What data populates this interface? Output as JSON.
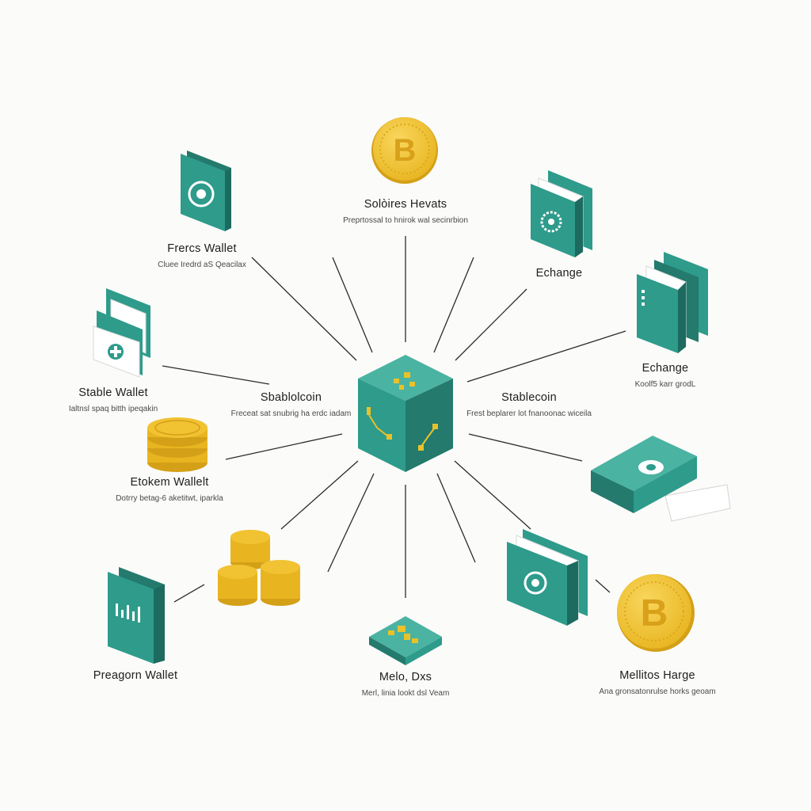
{
  "colors": {
    "teal": "#2e9b8b",
    "teal_dark": "#237a6d",
    "teal_light": "#4bb3a2",
    "gold": "#f1c232",
    "gold_dark": "#d4a017",
    "line": "#2b2b2b",
    "paper": "#ffffff"
  },
  "icons": {
    "hub": "blockchain-cube-icon",
    "coin": "bitcoin-coin-icon",
    "wallet": "wallet-book-icon",
    "stack": "coin-stack-icon",
    "card": "card-wallet-icon"
  },
  "hub": {
    "left_title": "Sbablolcoin",
    "left_sub": "Freceat sat snubrig ha erdc iadam",
    "right_title": "Stablecoin",
    "right_sub": "Frest beplarer lot fnanoonac wiceila"
  },
  "nodes": {
    "top": {
      "title": "Solòires Hevats",
      "sub": "Preprtossal to hnirok wal secinrbion"
    },
    "top_left": {
      "title": "Frercs Wallet",
      "sub": "Cluee Iredrd aS Qeacilax"
    },
    "top_right": {
      "title": "Echange",
      "sub": ""
    },
    "right": {
      "title": "Echange",
      "sub": "Koolf5 karr grodL"
    },
    "left": {
      "title": "Stable Wallet",
      "sub": "Ialtnsl spaq bitth ipeqakin"
    },
    "mid_left": {
      "title": "Etokem Wallelt",
      "sub": "Dotrry betag-6 aketitwt, iparkla"
    },
    "bottom_left": {
      "title": "Preagorn Wallet",
      "sub": ""
    },
    "bottom": {
      "title": "Melo, Dxs",
      "sub": "Merl, linia lookt dsl Veam"
    },
    "bottom_right": {
      "title": "Mellitos Harge",
      "sub": "Ana gronsatonrulse horks geoam"
    }
  }
}
